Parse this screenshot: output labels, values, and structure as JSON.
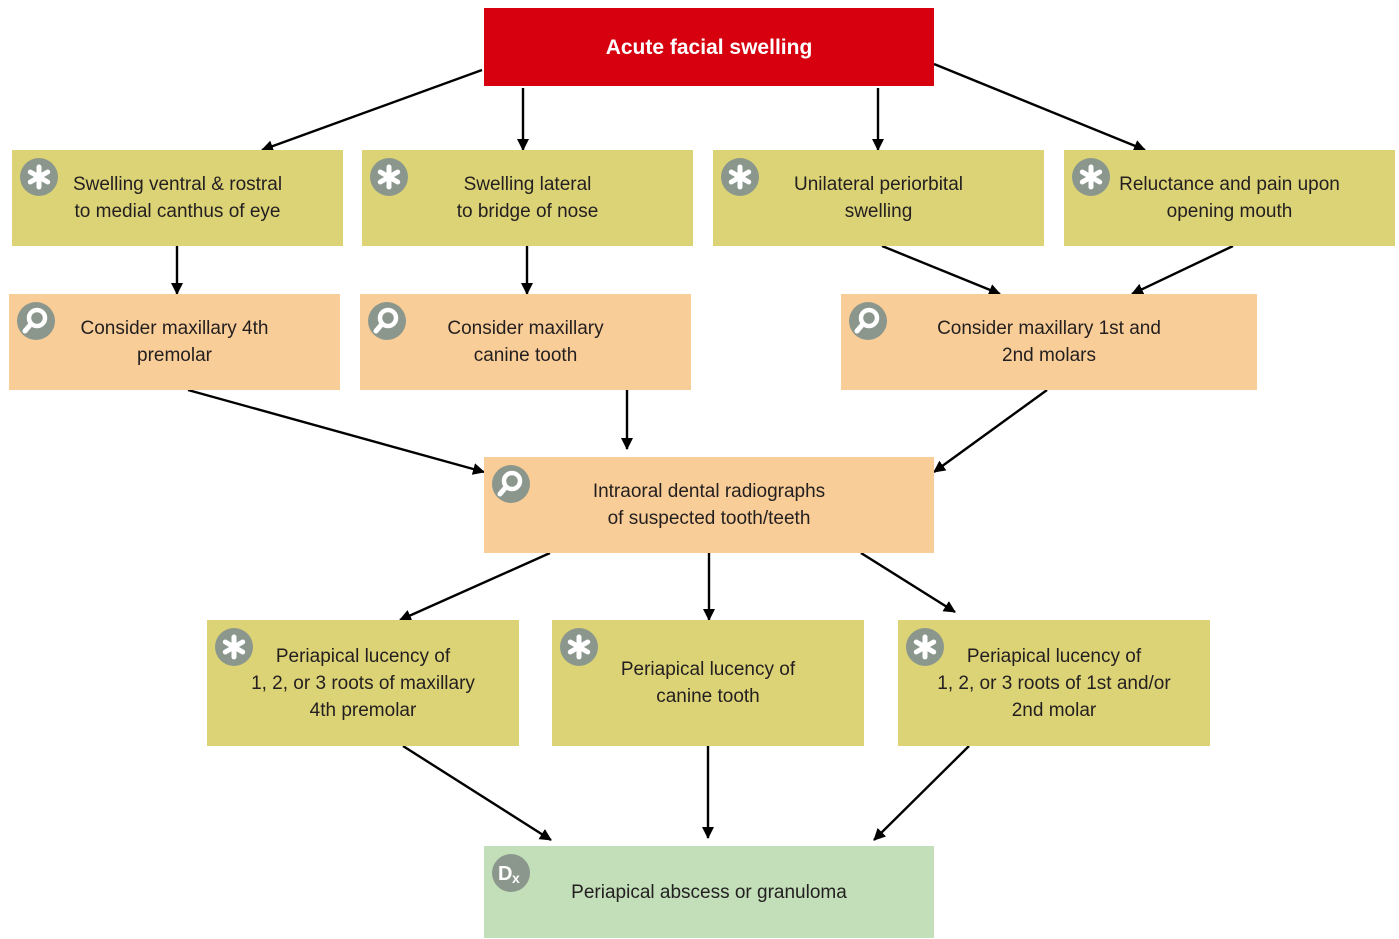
{
  "diagram": {
    "colors": {
      "start": "#d6000f",
      "finding": "#dcd377",
      "consider": "#f9cd97",
      "diagnosis": "#c2dfb9",
      "icon": "#8b978d",
      "arrow": "#000000"
    },
    "nodes": {
      "start": {
        "text": "Acute facial swelling"
      },
      "f1": {
        "text": "Swelling ventral & rostral\nto medial canthus of eye",
        "icon": "asterisk-icon"
      },
      "f2": {
        "text": "Swelling lateral\nto bridge of nose",
        "icon": "asterisk-icon"
      },
      "f3": {
        "text": "Unilateral periorbital\nswelling",
        "icon": "asterisk-icon"
      },
      "f4": {
        "text": "Reluctance and pain upon\nopening mouth",
        "icon": "asterisk-icon"
      },
      "c1": {
        "text": "Consider maxillary 4th\npremolar",
        "icon": "magnifier-icon"
      },
      "c2": {
        "text": "Consider maxillary\ncanine tooth",
        "icon": "magnifier-icon"
      },
      "c3": {
        "text": "Consider maxillary 1st and\n2nd molars",
        "icon": "magnifier-icon"
      },
      "r": {
        "text": "Intraoral dental radiographs\nof suspected tooth/teeth",
        "icon": "magnifier-icon"
      },
      "p1": {
        "text": "Periapical lucency of\n1, 2, or 3 roots of maxillary\n4th premolar",
        "icon": "asterisk-icon"
      },
      "p2": {
        "text": "Periapical lucency of\ncanine tooth",
        "icon": "asterisk-icon"
      },
      "p3": {
        "text": "Periapical lucency of\n1, 2, or 3 roots of 1st and/or\n2nd molar",
        "icon": "asterisk-icon"
      },
      "dx": {
        "text": "Periapical abscess or granuloma",
        "icon": "dx-icon"
      }
    },
    "edges": [
      [
        "start",
        "f1"
      ],
      [
        "start",
        "f2"
      ],
      [
        "start",
        "f3"
      ],
      [
        "start",
        "f4"
      ],
      [
        "f1",
        "c1"
      ],
      [
        "f2",
        "c2"
      ],
      [
        "f3",
        "c3"
      ],
      [
        "f4",
        "c3"
      ],
      [
        "c1",
        "r"
      ],
      [
        "c2",
        "r"
      ],
      [
        "c3",
        "r"
      ],
      [
        "r",
        "p1"
      ],
      [
        "r",
        "p2"
      ],
      [
        "r",
        "p3"
      ],
      [
        "p1",
        "dx"
      ],
      [
        "p2",
        "dx"
      ],
      [
        "p3",
        "dx"
      ]
    ]
  }
}
